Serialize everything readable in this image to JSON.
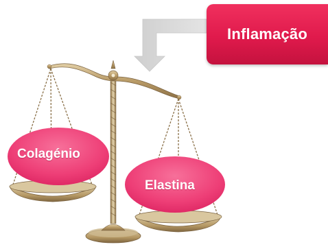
{
  "diagram": {
    "top_label": "Inflamação",
    "left_pan_label": "Colagénio",
    "right_pan_label": "Elastina"
  },
  "colors": {
    "accent": "#e8245a",
    "label_ellipse": "#ee3f77",
    "arrow": "#d8d8d8",
    "brass": "#b79a6a"
  },
  "icons": [
    "down-arrow-icon",
    "balance-scale-icon"
  ]
}
